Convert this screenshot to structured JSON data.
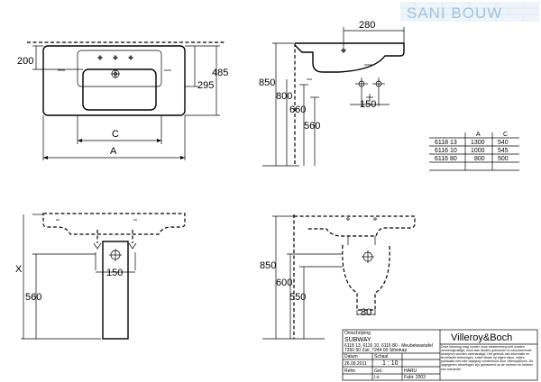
{
  "logo": {
    "text": "SANI BOUW",
    "color": "#9ec3df"
  },
  "view_top": {
    "dim_200": "200",
    "dim_295": "295",
    "dim_485": "485",
    "dim_c": "C",
    "dim_a": "A"
  },
  "view_side": {
    "dim_280": "280",
    "dim_850": "850",
    "dim_800": "800",
    "dim_660": "660",
    "dim_560": "560",
    "dim_150": "150"
  },
  "view_front_bottom": {
    "dim_x": "X",
    "dim_560": "560",
    "dim_150": "150"
  },
  "view_side_bottom": {
    "dim_850": "850",
    "dim_600": "600",
    "dim_550": "550",
    "dim_80": "80"
  },
  "size_table": {
    "headers": [
      "",
      "A",
      "C"
    ],
    "rows": [
      [
        "6118 13",
        "1300",
        "540"
      ],
      [
        "6116 10",
        "1000",
        "545"
      ],
      [
        "6116 80",
        "800",
        "500"
      ]
    ]
  },
  "title_block": {
    "label_description": "Omschrijving",
    "product_name": "SUBWAY",
    "product_line1": "6118 13, 6116 10, 6116 80 - Meubelwastafel",
    "product_line2": "7250 50 Zuil, 7244 00 Sifonkap",
    "brand": "Villeroy&Boch",
    "disclaimer": "Deze tekening mag zonder onze toestemming niet worden vermenigvuldigd, noch aan derden (personen of concurrerende bedrijven) worden overhandigd. Het gebruik van informatie en technische tekeningen, enkel ideale op eigen risico, indien publicatie niet elke wijziging voorbehoud door Villeroy&Boch. De opgegeven afmetingen zijn gebaseerd op de normen en hebben een tolerantie.",
    "label_date": "Datum",
    "date": "26.09.2011",
    "label_scale": "Schaal",
    "scale": "1 : 10",
    "label_by": "Get.",
    "label_by2": "i.o.",
    "by_value": "HARU",
    "label_ref": "Refnr",
    "ref": "Fabr. 2003"
  }
}
